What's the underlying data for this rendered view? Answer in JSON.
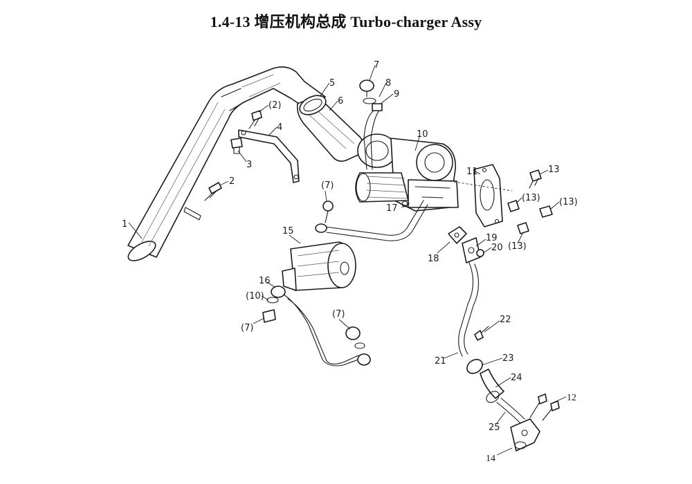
{
  "title": "1.4-13 增压机构总成 Turbo-charger Assy",
  "callouts": {
    "c1": "1",
    "c2": "2",
    "c2p": "(2)",
    "c3": "3",
    "c4": "4",
    "c5": "5",
    "c6": "6",
    "c7": "7",
    "c7p_a": "(7)",
    "c7p_b": "(7)",
    "c7p_c": "(7)",
    "c8": "8",
    "c9": "9",
    "c10": "10",
    "c10p": "(10)",
    "c11": "11",
    "c12": "12",
    "c13": "13",
    "c13p_a": "(13)",
    "c13p_b": "(13)",
    "c13p_c": "(13)",
    "c14": "14",
    "c15": "15",
    "c16": "16",
    "c17": "17",
    "c18": "18",
    "c19": "19",
    "c20": "20",
    "c21": "21",
    "c22": "22",
    "c23": "23",
    "c24": "24",
    "c25": "25"
  }
}
